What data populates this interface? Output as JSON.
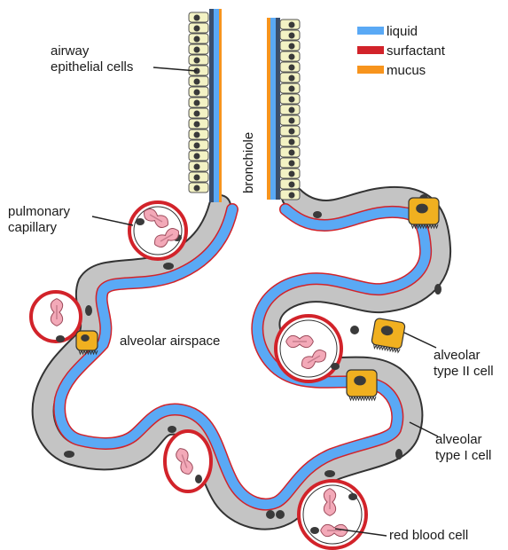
{
  "legend": {
    "items": [
      {
        "label": "liquid",
        "color": "#5aa9f5"
      },
      {
        "label": "surfactant",
        "color": "#d2232a"
      },
      {
        "label": "mucus",
        "color": "#f7941d"
      }
    ]
  },
  "labels": {
    "airway_line1": "airway",
    "airway_line2": "epithelial cells",
    "bronchiole": "bronchiole",
    "pulmonary_line1": "pulmonary",
    "pulmonary_line2": "capillary",
    "airspace": "alveolar airspace",
    "type2_line1": "alveolar",
    "type2_line2": "type II cell",
    "type1_line1": "alveolar",
    "type1_line2": "type I cell",
    "rbc": "red blood cell"
  },
  "colors": {
    "liquid": "#5aa9f5",
    "surfactant": "#d2232a",
    "mucus": "#f7941d",
    "epithelium": "#f3f2c4",
    "cell_wall": "#9a9a9a",
    "nucleus": "#3a3a3a",
    "type2_cell": "#f0b020",
    "rbc": "#f3a9b8"
  }
}
